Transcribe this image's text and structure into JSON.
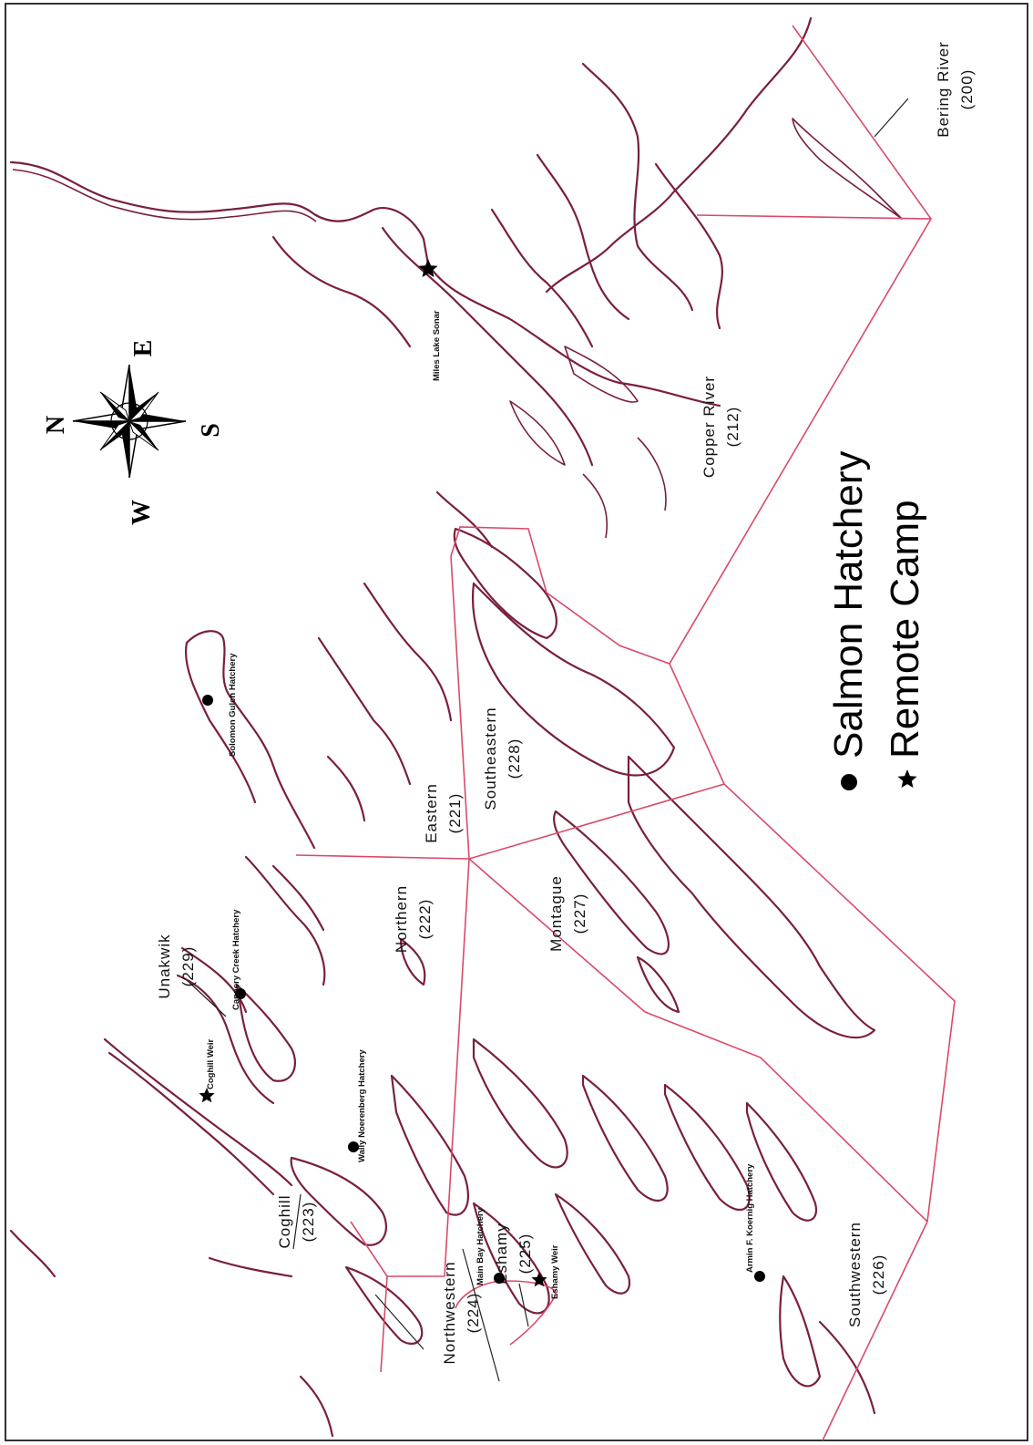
{
  "districts": [
    {
      "id": "coghill",
      "name": "Coghill",
      "code": "(223)"
    },
    {
      "id": "unakwik",
      "name": "Unakwik",
      "code": "(229)"
    },
    {
      "id": "northern",
      "name": "Northern",
      "code": "(222)"
    },
    {
      "id": "eastern",
      "name": "Eastern",
      "code": "(221)"
    },
    {
      "id": "southeastern",
      "name": "Southeastern",
      "code": "(228)"
    },
    {
      "id": "montague",
      "name": "Montague",
      "code": "(227)"
    },
    {
      "id": "eshamy",
      "name": "Eshamy",
      "code": "(225)"
    },
    {
      "id": "northwestern",
      "name": "Northwestern",
      "code": "(224)"
    },
    {
      "id": "southwestern",
      "name": "Southwestern",
      "code": "(226)"
    },
    {
      "id": "copper",
      "name": "Copper River",
      "code": "(212)"
    },
    {
      "id": "bering",
      "name": "Bering River",
      "code": "(200)"
    }
  ],
  "sites": [
    {
      "id": "solomon",
      "name": "Solomon Gulch Hatchery",
      "type": "hatchery"
    },
    {
      "id": "cannery",
      "name": "Cannery Creek Hatchery",
      "type": "hatchery"
    },
    {
      "id": "wally",
      "name": "Wally Noerenberg Hatchery",
      "type": "hatchery"
    },
    {
      "id": "coghill-weir",
      "name": "Coghill Weir",
      "type": "camp"
    },
    {
      "id": "main-bay",
      "name": "Main Bay Hatchery",
      "type": "hatchery"
    },
    {
      "id": "eshamy-weir",
      "name": "Eshamy Weir",
      "type": "camp"
    },
    {
      "id": "koenig",
      "name": "Armin F. Koernig Hatchery",
      "type": "hatchery"
    },
    {
      "id": "miles",
      "name": "Miles Lake Sonar",
      "type": "camp"
    }
  ],
  "compass": {
    "n": "N",
    "e": "E",
    "s": "S",
    "w": "W"
  },
  "legend": [
    {
      "symbol": "circle-icon",
      "label": "Salmon Hatchery"
    },
    {
      "symbol": "star-icon",
      "label": "Remote Camp"
    }
  ],
  "colors": {
    "coastline": "#7a1f3d",
    "district_boundary": "#d94a6a"
  }
}
